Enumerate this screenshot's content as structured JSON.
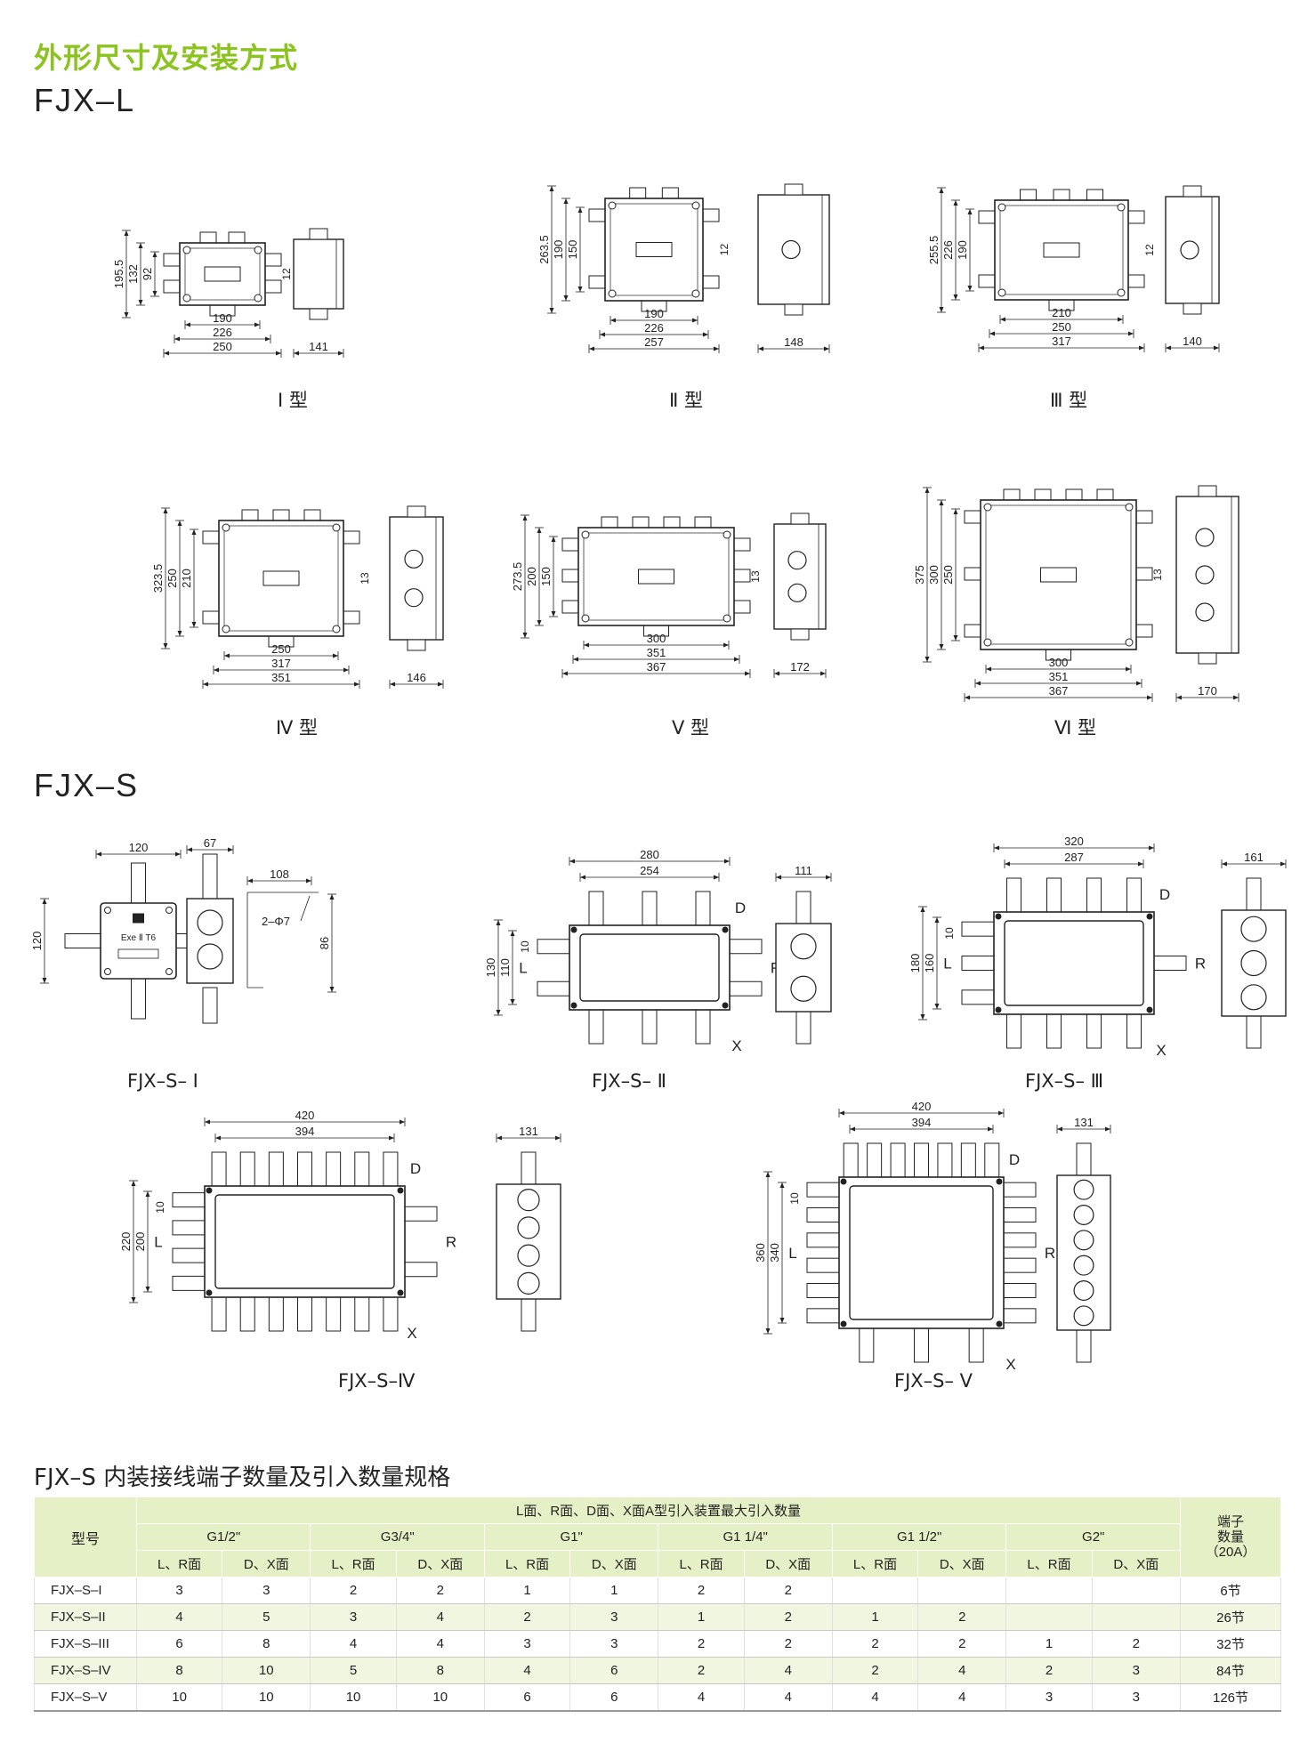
{
  "heading": "外形尺寸及安装方式",
  "sections": {
    "fjx_l": "FJX–L",
    "fjx_s": "FJX–S"
  },
  "fjx_l": {
    "t1": {
      "label": "Ⅰ 型",
      "w": [
        "190",
        "226",
        "250"
      ],
      "h": [
        "195.5",
        "132",
        "92"
      ],
      "small": "12",
      "side": "141"
    },
    "t2": {
      "label": "Ⅱ 型",
      "w": [
        "190",
        "226",
        "257"
      ],
      "h": [
        "263.5",
        "190",
        "150"
      ],
      "small": "12",
      "side": "148"
    },
    "t3": {
      "label": "Ⅲ 型",
      "w": [
        "210",
        "250",
        "317"
      ],
      "h": [
        "255.5",
        "226",
        "190"
      ],
      "small": "12",
      "side": "140"
    },
    "t4": {
      "label": "Ⅳ 型",
      "w": [
        "250",
        "317",
        "351"
      ],
      "h": [
        "323.5",
        "250",
        "210"
      ],
      "small": "13",
      "side": "146"
    },
    "t5": {
      "label": "Ⅴ 型",
      "w": [
        "300",
        "351",
        "367"
      ],
      "h": [
        "273.5",
        "200",
        "150"
      ],
      "small": "13",
      "side": "172"
    },
    "t6": {
      "label": "Ⅵ 型",
      "w": [
        "300",
        "351",
        "367"
      ],
      "h": [
        "375",
        "300",
        "250"
      ],
      "small": "13",
      "side": "170"
    }
  },
  "fjx_s": {
    "s1": {
      "label": "FJX–S– Ⅰ",
      "w": "120",
      "h": "120",
      "side": "67",
      "mount_w": "108",
      "mount_h": "86",
      "holes": "2–Φ7",
      "marking": "Exe Ⅱ T6"
    },
    "s2": {
      "label": "FJX–S– Ⅱ",
      "w": [
        "280",
        "254"
      ],
      "h": [
        "130",
        "110",
        "10"
      ],
      "side": "111"
    },
    "s3": {
      "label": "FJX–S– Ⅲ",
      "w": [
        "320",
        "287"
      ],
      "h": [
        "180",
        "160",
        "10"
      ],
      "side": "161"
    },
    "s4": {
      "label": "FJX–S–Ⅳ",
      "w": [
        "420",
        "394"
      ],
      "h": [
        "220",
        "200",
        "10"
      ],
      "side": "131"
    },
    "s5": {
      "label": "FJX–S– Ⅴ",
      "w": [
        "420",
        "394"
      ],
      "h": [
        "360",
        "340",
        "10"
      ],
      "side": "131"
    },
    "faces": {
      "d": "D",
      "x": "X",
      "l": "L",
      "r": "R"
    }
  },
  "table": {
    "title": "FJX–S 内装接线端子数量及引入数量规格",
    "col_model": "型号",
    "col_group": "L面、R面、D面、X面A型引入装置最大引入数量",
    "col_terminal": "端子\n数量\n（20A）",
    "threads": [
      "G1/2\"",
      "G3/4\"",
      "G1\"",
      "G1 1/4\"",
      "G1 1/2\"",
      "G2\""
    ],
    "sub_lr": "L、R面",
    "sub_dx": "D、X面",
    "rows": [
      {
        "model": "FJX–S–I",
        "v": [
          "3",
          "3",
          "2",
          "2",
          "1",
          "1",
          "2",
          "2",
          "",
          "",
          "",
          ""
        ],
        "terminals": "6节"
      },
      {
        "model": "FJX–S–II",
        "v": [
          "4",
          "5",
          "3",
          "4",
          "2",
          "3",
          "1",
          "2",
          "1",
          "2",
          "",
          ""
        ],
        "terminals": "26节"
      },
      {
        "model": "FJX–S–III",
        "v": [
          "6",
          "8",
          "4",
          "4",
          "3",
          "3",
          "2",
          "2",
          "2",
          "2",
          "1",
          "2"
        ],
        "terminals": "32节"
      },
      {
        "model": "FJX–S–IV",
        "v": [
          "8",
          "10",
          "5",
          "8",
          "4",
          "6",
          "2",
          "4",
          "2",
          "4",
          "2",
          "3"
        ],
        "terminals": "84节"
      },
      {
        "model": "FJX–S–V",
        "v": [
          "10",
          "10",
          "10",
          "10",
          "6",
          "6",
          "4",
          "4",
          "4",
          "4",
          "3",
          "3"
        ],
        "terminals": "126节"
      }
    ]
  }
}
